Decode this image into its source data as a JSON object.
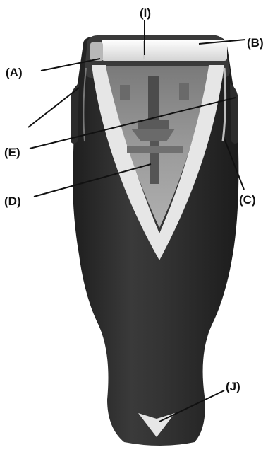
{
  "diagram": {
    "colors": {
      "body": "#2a2a2a",
      "body_highlight": "#4a4a4a",
      "trim": "#e8e8e8",
      "window": "#8a8a8a",
      "window_dark": "#5e5e5e",
      "foil": "#f0f0f0",
      "line": "#111111"
    },
    "callouts": {
      "i": "(I)",
      "a": "(A)",
      "b": "(B)",
      "e": "(E)",
      "c": "(C)",
      "d": "(D)",
      "j": "(J)"
    }
  }
}
